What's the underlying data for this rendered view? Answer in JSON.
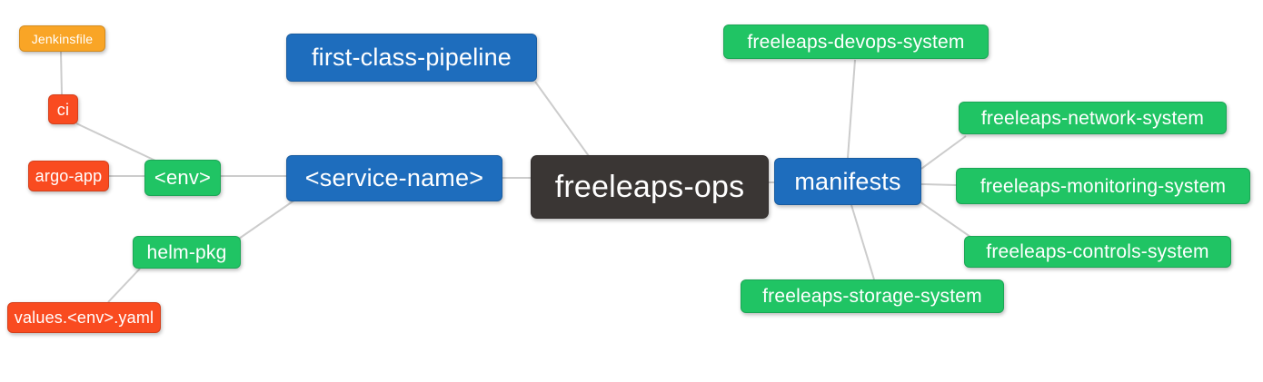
{
  "colors": {
    "node-blue": "#1e6dbd",
    "node-green": "#20c464",
    "node-red": "#f94b20",
    "node-orange": "#f9a526",
    "node-dark": "#3a3634",
    "edge": "#cccccc",
    "text": "#ffffff",
    "background": "#ffffff"
  },
  "nodes": {
    "freeleaps_ops": {
      "label": "freeleaps-ops",
      "color": "#3a3634"
    },
    "first_class_pipeline": {
      "label": "first-class-pipeline",
      "color": "#1e6dbd"
    },
    "service_name": {
      "label": "<service-name>",
      "color": "#1e6dbd"
    },
    "manifests": {
      "label": "manifests",
      "color": "#1e6dbd"
    },
    "env": {
      "label": "<env>",
      "color": "#20c464"
    },
    "helm_pkg": {
      "label": "helm-pkg",
      "color": "#20c464"
    },
    "ci": {
      "label": "ci",
      "color": "#f94b20"
    },
    "argo_app": {
      "label": "argo-app",
      "color": "#f94b20"
    },
    "jenkinsfile": {
      "label": "Jenkinsfile",
      "color": "#f9a526"
    },
    "values_env_yaml": {
      "label": "values.<env>.yaml",
      "color": "#f94b20"
    },
    "devops_system": {
      "label": "freeleaps-devops-system",
      "color": "#20c464"
    },
    "network_system": {
      "label": "freeleaps-network-system",
      "color": "#20c464"
    },
    "monitoring_system": {
      "label": "freeleaps-monitoring-system",
      "color": "#20c464"
    },
    "controls_system": {
      "label": "freeleaps-controls-system",
      "color": "#20c464"
    },
    "storage_system": {
      "label": "freeleaps-storage-system",
      "color": "#20c464"
    }
  },
  "edges": [
    {
      "from": "jenkinsfile",
      "to": "ci"
    },
    {
      "from": "ci",
      "to": "env"
    },
    {
      "from": "argo_app",
      "to": "env"
    },
    {
      "from": "env",
      "to": "service_name"
    },
    {
      "from": "helm_pkg",
      "to": "service_name"
    },
    {
      "from": "values_env_yaml",
      "to": "helm_pkg"
    },
    {
      "from": "first_class_pipeline",
      "to": "freeleaps_ops"
    },
    {
      "from": "service_name",
      "to": "freeleaps_ops"
    },
    {
      "from": "freeleaps_ops",
      "to": "manifests"
    },
    {
      "from": "manifests",
      "to": "devops_system"
    },
    {
      "from": "manifests",
      "to": "network_system"
    },
    {
      "from": "manifests",
      "to": "monitoring_system"
    },
    {
      "from": "manifests",
      "to": "controls_system"
    },
    {
      "from": "manifests",
      "to": "storage_system"
    }
  ]
}
